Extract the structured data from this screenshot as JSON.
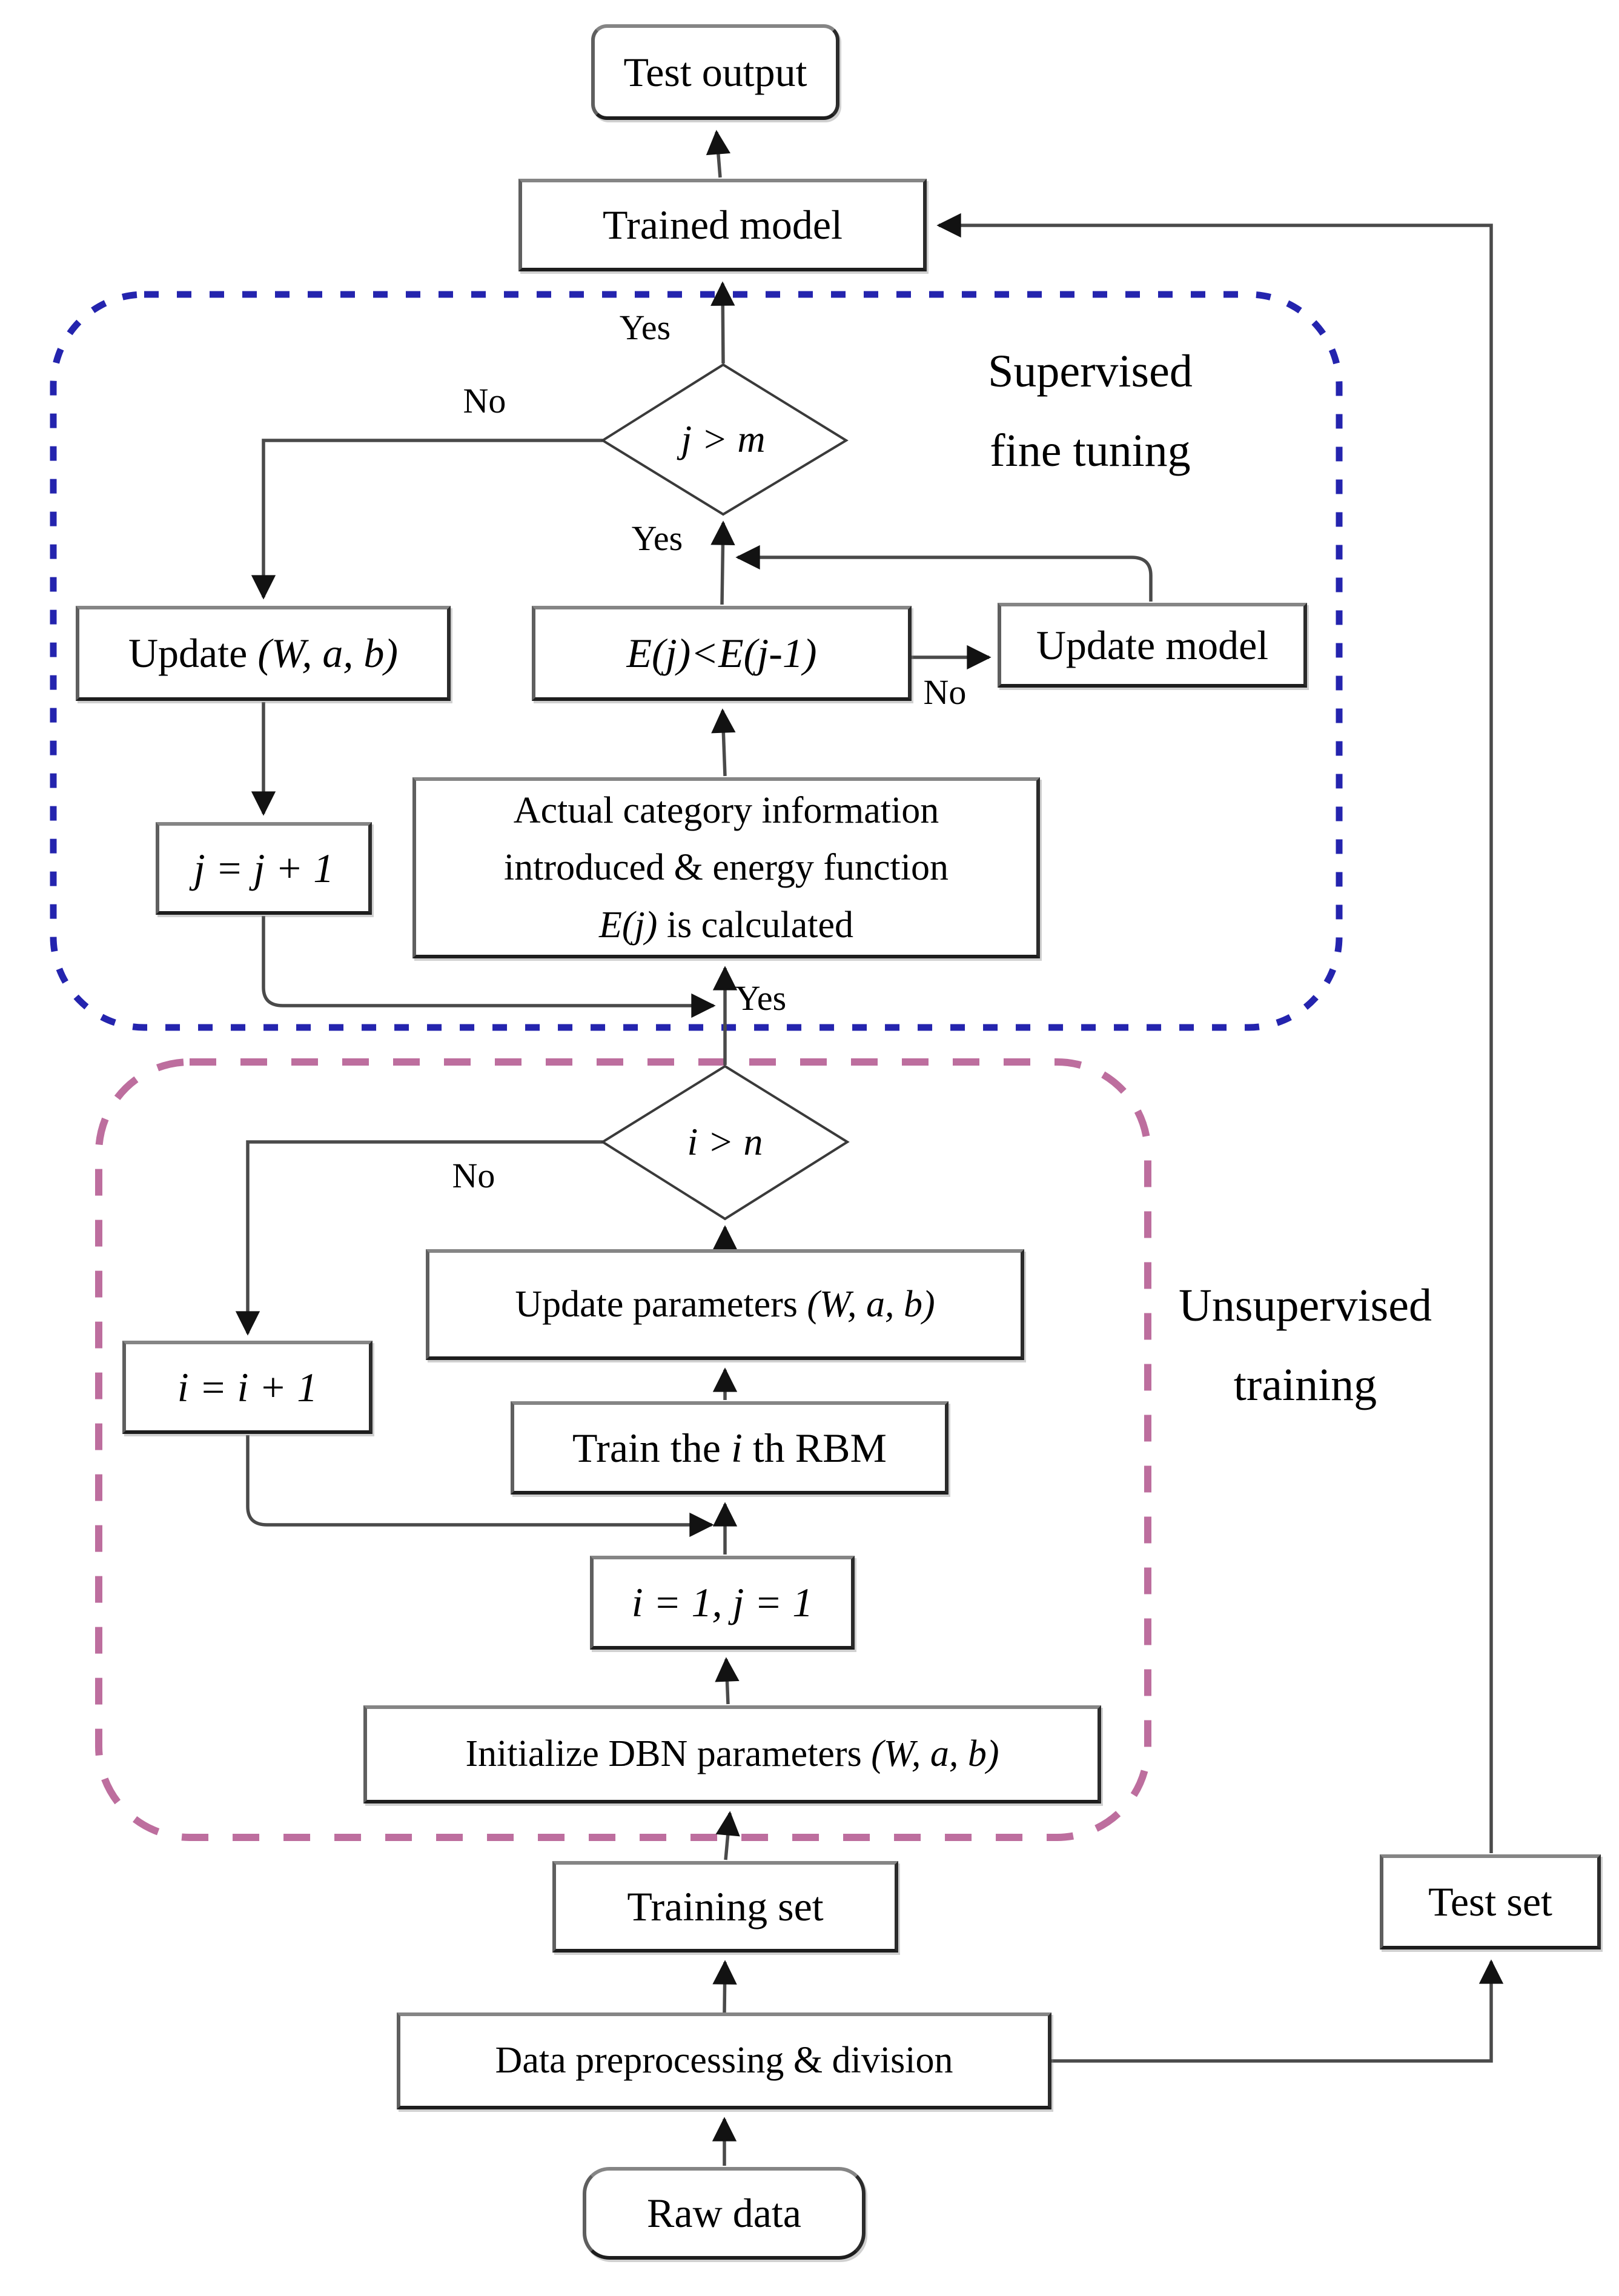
{
  "regions": {
    "supervised": {
      "label_line1": "Supervised",
      "label_line2": "fine tuning",
      "color": "#2424ae"
    },
    "unsupervised": {
      "label_line1": "Unsupervised",
      "label_line2": "training",
      "color": "#bd6e9e"
    }
  },
  "nodes": {
    "test_output": {
      "label": "Test output"
    },
    "trained_model": {
      "label": "Trained model"
    },
    "decision_j": {
      "segments": [
        {
          "t": "j > m",
          "i": true
        }
      ]
    },
    "update_wab": {
      "segments": [
        {
          "t": "Update ",
          "i": false
        },
        {
          "t": "(W, a, b)",
          "i": true
        }
      ]
    },
    "energy_compare": {
      "segments": [
        {
          "t": "E(j)<E(j-1)",
          "i": true
        }
      ]
    },
    "update_model": {
      "label": "Update model"
    },
    "j_increment": {
      "segments": [
        {
          "t": "j = j + 1",
          "i": true
        }
      ]
    },
    "actual_category": {
      "line1": "Actual category information",
      "line2": "introduced & energy function",
      "line3_segments": [
        {
          "t": "E(j)",
          "i": true
        },
        {
          "t": " is calculated",
          "i": false
        }
      ]
    },
    "decision_i": {
      "segments": [
        {
          "t": "i > n",
          "i": true
        }
      ]
    },
    "update_params": {
      "segments": [
        {
          "t": "Update parameters ",
          "i": false
        },
        {
          "t": "(W, a, b)",
          "i": true
        }
      ]
    },
    "i_increment": {
      "segments": [
        {
          "t": "i = i + 1",
          "i": true
        }
      ]
    },
    "train_rbm": {
      "segments": [
        {
          "t": "Train the ",
          "i": false
        },
        {
          "t": "i",
          "i": true
        },
        {
          "t": " th RBM",
          "i": false
        }
      ]
    },
    "init_ij": {
      "segments": [
        {
          "t": "i = 1, j = 1",
          "i": true
        }
      ]
    },
    "init_dbn": {
      "segments": [
        {
          "t": "Initialize DBN parameters ",
          "i": false
        },
        {
          "t": "(W, a, b)",
          "i": true
        }
      ]
    },
    "training_set": {
      "label": "Training set"
    },
    "test_set": {
      "label": "Test set"
    },
    "data_prep": {
      "label": "Data preprocessing & division"
    },
    "raw_data": {
      "label": "Raw data"
    }
  },
  "edge_labels": {
    "yes_to_trained": "Yes",
    "no_j_branch": "No",
    "yes_energy": "Yes",
    "no_energy": "No",
    "yes_i_branch": "Yes",
    "no_i_branch": "No"
  }
}
